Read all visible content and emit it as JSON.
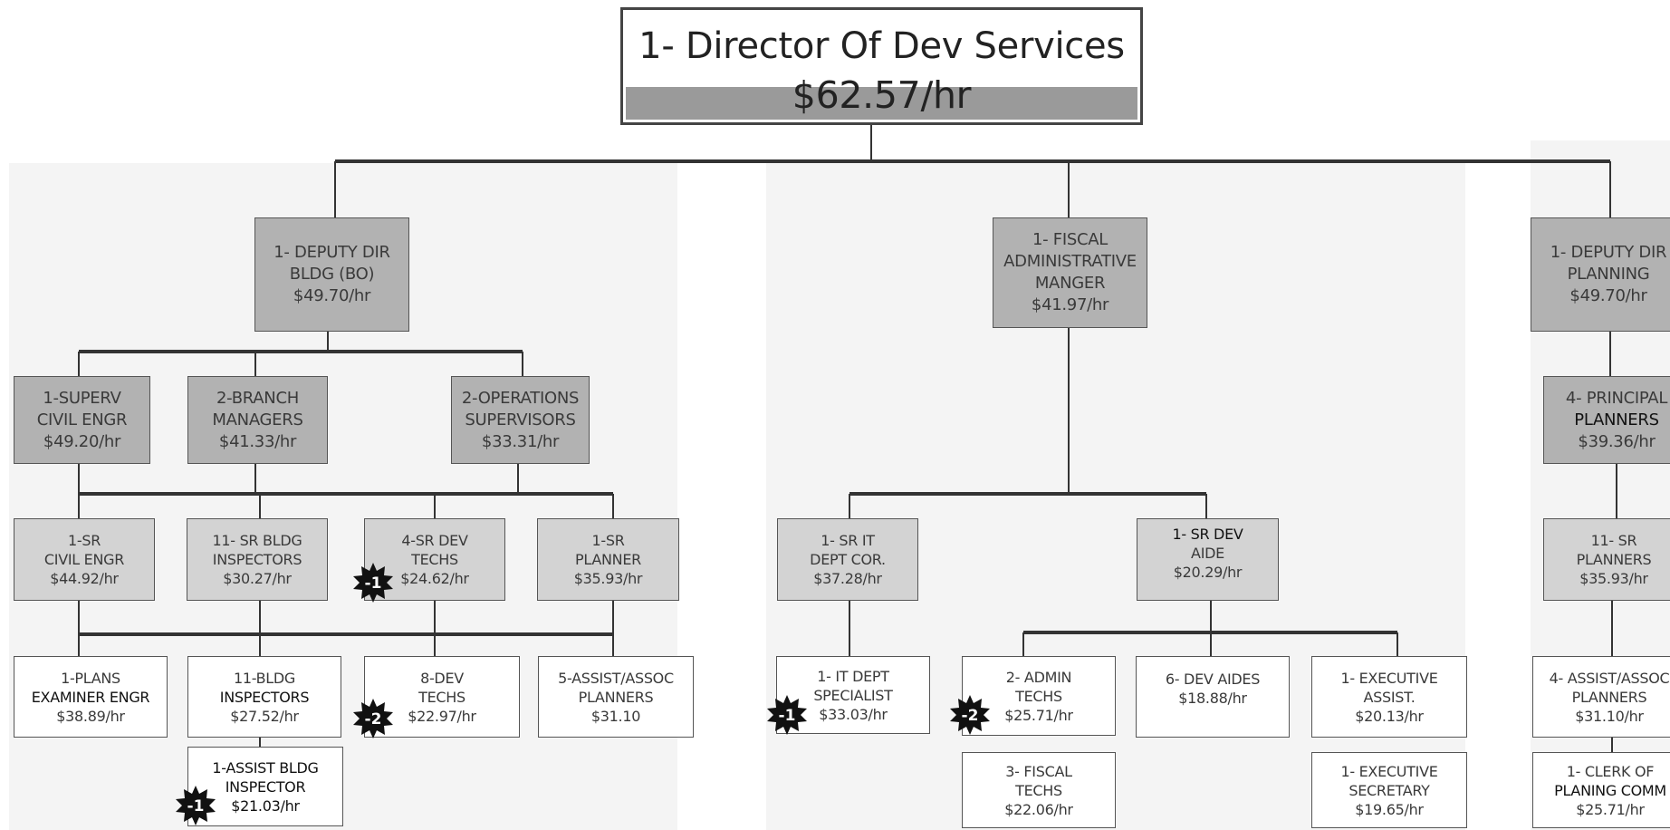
{
  "top": {
    "title": "1- Director Of Dev Services",
    "rate": "$62.57/hr"
  },
  "left": {
    "deputy": {
      "l1": "1- DEPUTY DIR",
      "l2": "BLDG (BO)",
      "l3": "$49.70/hr"
    },
    "superv": {
      "l1": "1-SUPERV",
      "l2": "CIVIL ENGR",
      "l3": "$49.20/hr"
    },
    "branch": {
      "l1": "2-BRANCH",
      "l2": "MANAGERS",
      "l3": "$41.33/hr"
    },
    "ops": {
      "l1": "2-OPERATIONS",
      "l2": "SUPERVISORS",
      "l3": "$33.31/hr"
    },
    "sr_civil": {
      "l1": "1-SR",
      "l2": "CIVIL ENGR",
      "l3": "$44.92/hr"
    },
    "sr_bldg": {
      "l1": "11- SR BLDG",
      "l2": "INSPECTORS",
      "l3": "$30.27/hr"
    },
    "sr_dev": {
      "l1": "4-SR DEV",
      "l2": "TECHS",
      "l3": "$24.62/hr"
    },
    "sr_planner": {
      "l1": "1-SR",
      "l2": "PLANNER",
      "l3": "$35.93/hr"
    },
    "plans_exam": {
      "l1": "1-PLANS",
      "l2": "EXAMINER ENGR",
      "l3": "$38.89/hr"
    },
    "bldg_insp": {
      "l1": "11-BLDG",
      "l2": "INSPECTORS",
      "l3": "$27.52/hr"
    },
    "dev_techs": {
      "l1": "8-DEV",
      "l2": "TECHS",
      "l3": "$22.97/hr"
    },
    "assist_planners": {
      "l1": "5-ASSIST/ASSOC",
      "l2": "PLANNERS",
      "l3": "$31.10"
    },
    "assist_bldg": {
      "l1": "1-ASSIST BLDG",
      "l2": "INSPECTOR",
      "l3": "$21.03/hr"
    }
  },
  "middle": {
    "fiscal": {
      "l1": "1- FISCAL",
      "l2": "ADMINISTRATIVE",
      "l3": "MANGER",
      "l4": "$41.97/hr"
    },
    "sr_it": {
      "l1": "1- SR IT",
      "l2": "DEPT COR.",
      "l3": "$37.28/hr"
    },
    "sr_dev_aide": {
      "l1": "1- SR DEV",
      "l2": "AIDE",
      "l3": "$20.29/hr"
    },
    "it_dept": {
      "l1": "1- IT DEPT",
      "l2": "SPECIALIST",
      "l3": "$33.03/hr"
    },
    "admin_techs": {
      "l1": "2- ADMIN",
      "l2": "TECHS",
      "l3": "$25.71/hr"
    },
    "dev_aides": {
      "l1": "6- DEV AIDES",
      "l2": "$18.88/hr"
    },
    "exec_assist": {
      "l1": "1- EXECUTIVE",
      "l2": "ASSIST.",
      "l3": "$20.13/hr"
    },
    "fiscal_techs": {
      "l1": "3- FISCAL",
      "l2": "TECHS",
      "l3": "$22.06/hr"
    },
    "exec_sec": {
      "l1": "1- EXECUTIVE",
      "l2": "SECRETARY",
      "l3": "$19.65/hr"
    }
  },
  "right": {
    "deputy": {
      "l1": "1- DEPUTY DIR",
      "l2": "PLANNING",
      "l3": "$49.70/hr"
    },
    "principal": {
      "l1": "4- PRINCIPAL",
      "l2": "PLANNERS",
      "l3": "$39.36/hr"
    },
    "sr_planners": {
      "l1": "11- SR",
      "l2": "PLANNERS",
      "l3": "$35.93/hr"
    },
    "assist_planners": {
      "l1": "4- ASSIST/ASSOC",
      "l2": "PLANNERS",
      "l3": "$31.10/hr"
    },
    "clerk": {
      "l1": "1- CLERK OF",
      "l2": "PLANING COMM",
      "l3": "$25.71/hr"
    }
  },
  "badges": {
    "sr_dev": "-1",
    "dev_techs": "-2",
    "assist_bldg": "-1",
    "it_dept": "-1",
    "admin_techs": "-2"
  }
}
